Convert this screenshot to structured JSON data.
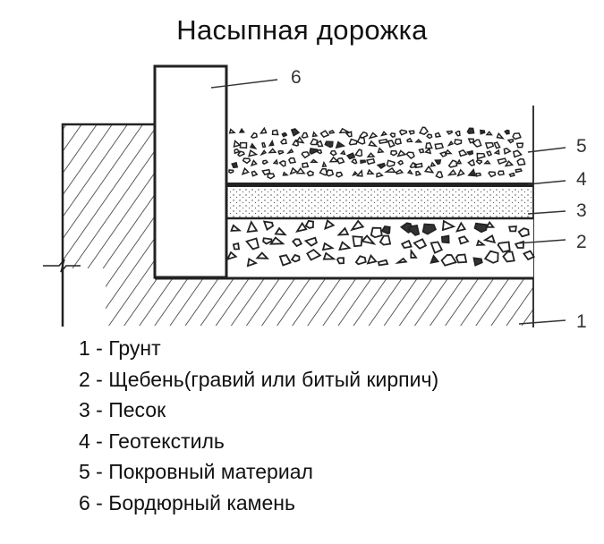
{
  "title": "Насыпная дорожка",
  "callouts": [
    "1",
    "2",
    "3",
    "4",
    "5",
    "6"
  ],
  "legend": [
    "1 - Грунт",
    "2 - Щебень(гравий или битый кирпич)",
    "3 - Песок",
    "4 - Геотекстиль",
    "5 - Покровный материал",
    "6 - Бордюрный камень"
  ]
}
